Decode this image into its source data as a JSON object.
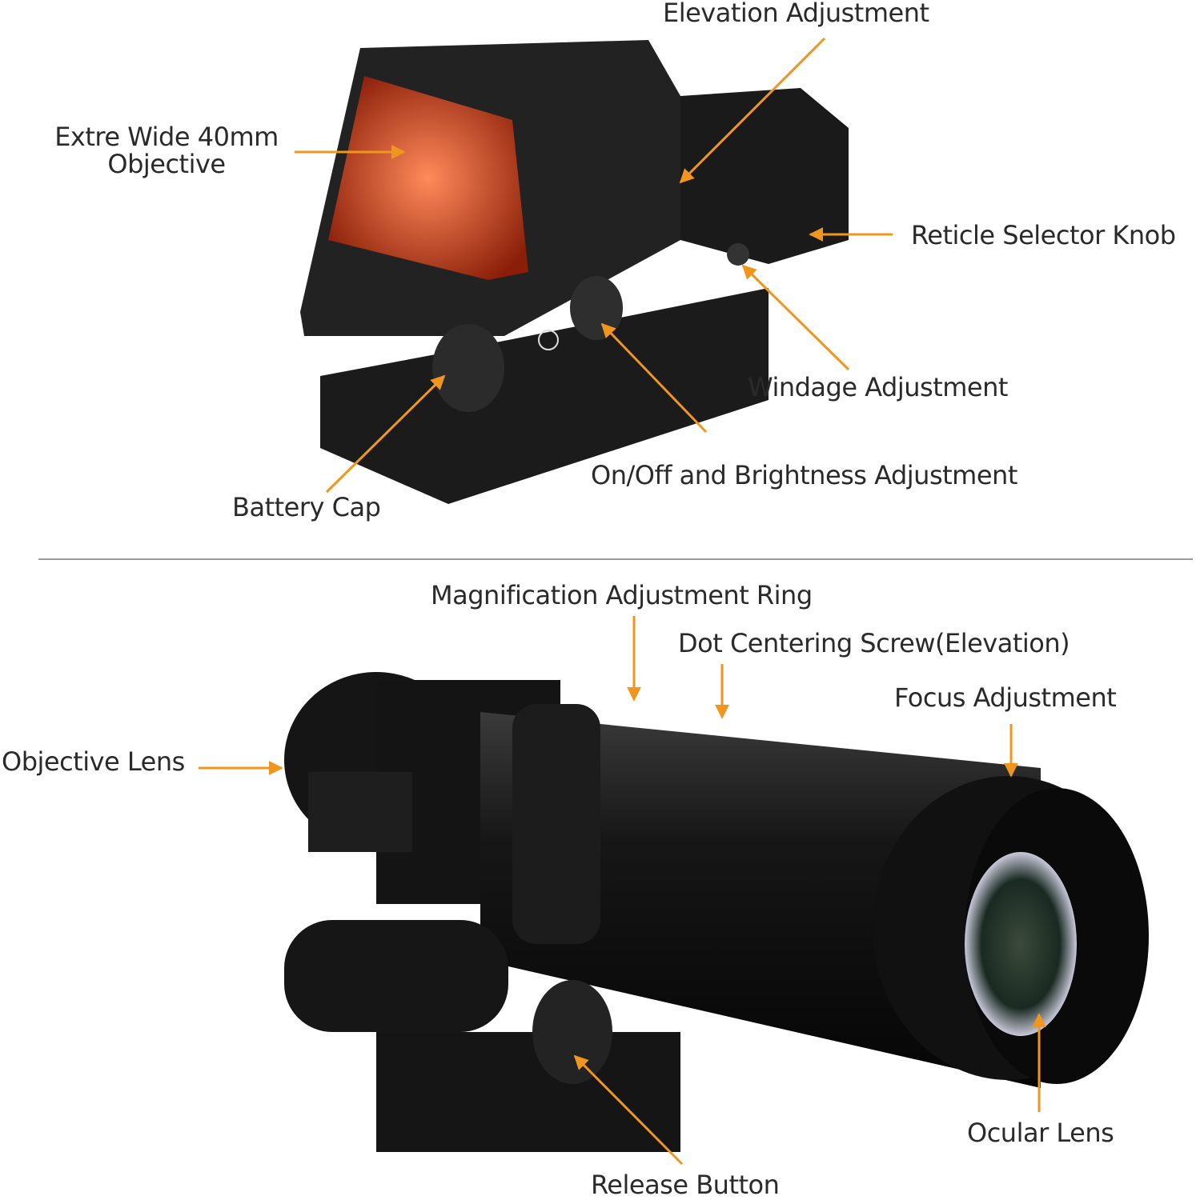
{
  "colors": {
    "arrow": "#F0961E",
    "text": "#2a2a2a",
    "body": "#141414",
    "lens": "#d2461e"
  },
  "top_product": {
    "labels": {
      "elevation": "Elevation  Adjustment",
      "objective_line1": "Extre Wide 40mm",
      "objective_line2": "Objective",
      "reticle": "Reticle Selector Knob",
      "windage": "Windage  Adjustment",
      "onoff": "On/Off and Brightness Adjustment",
      "battery": "Battery Cap"
    }
  },
  "bottom_product": {
    "labels": {
      "magnification": "Magnification Adjustment Ring",
      "dot_centering": "Dot Centering Screw(Elevation)",
      "focus": "Focus Adjustment",
      "objective_lens": "Objective Lens",
      "ocular_lens": "Ocular Lens",
      "release": "Release Button"
    }
  }
}
